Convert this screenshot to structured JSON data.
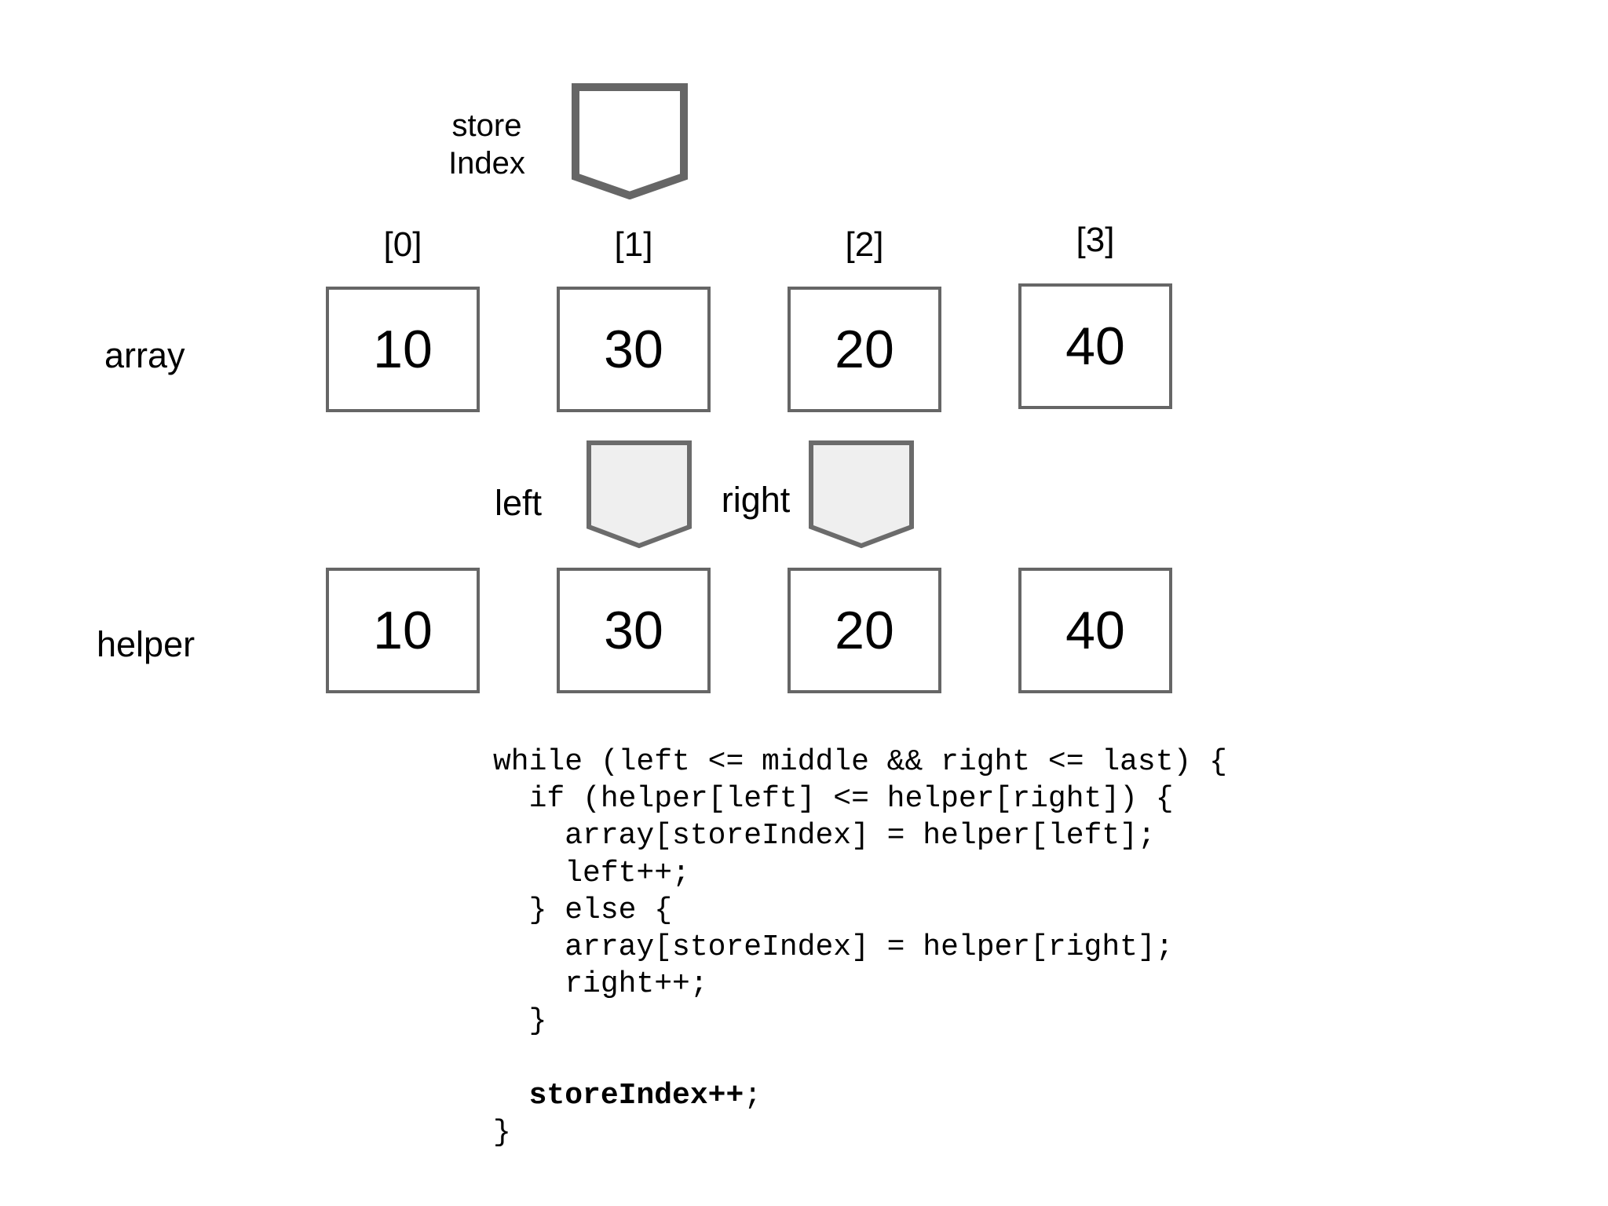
{
  "diagram": {
    "store_pointer_label_line1": "store",
    "store_pointer_label_line2": "Index",
    "left_pointer_label": "left",
    "right_pointer_label": "right",
    "index_labels": [
      "[0]",
      "[1]",
      "[2]",
      "[3]"
    ],
    "array_row": {
      "label": "array",
      "values": [
        "10",
        "30",
        "20",
        "40"
      ]
    },
    "helper_row": {
      "label": "helper",
      "values": [
        "10",
        "30",
        "20",
        "40"
      ]
    }
  },
  "code": {
    "lines": [
      "while (left <= middle && right <= last) {",
      "  if (helper[left] <= helper[right]) {",
      "    array[storeIndex] = helper[left];",
      "    left++;",
      "  } else {",
      "    array[storeIndex] = helper[right];",
      "    right++;",
      "  }",
      ""
    ],
    "increment_line": {
      "prefix": "  ",
      "bold": "storeIndex++",
      "suffix": ";"
    },
    "closing_line": "}"
  },
  "colors": {
    "background": "#ffffff",
    "text": "#000000",
    "box_border": "#666666",
    "store_pointer_border": "#666666",
    "store_pointer_fill": "#ffffff",
    "side_pointer_border": "#6b6b6b",
    "side_pointer_fill": "#efefef"
  }
}
